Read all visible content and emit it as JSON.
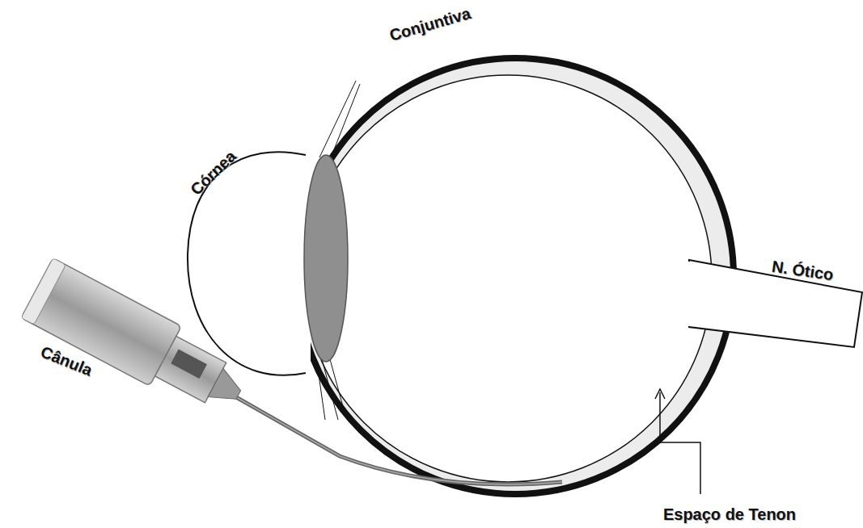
{
  "diagram": {
    "labels": [
      "Conjuntiva",
      "Córnea",
      "Cânula",
      "N. Ótico",
      "Espaço de Tenon"
    ]
  }
}
